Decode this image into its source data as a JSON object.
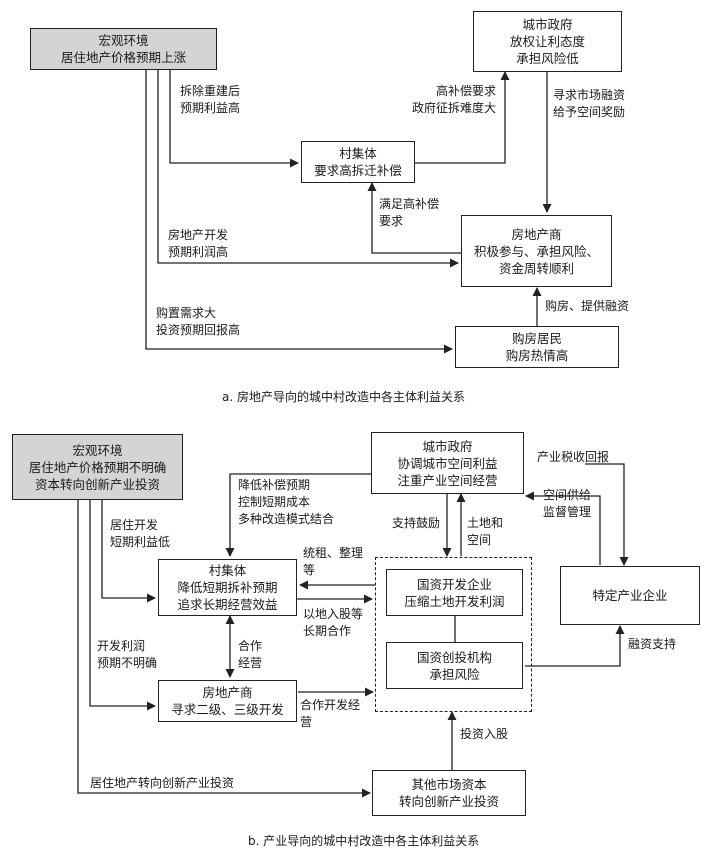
{
  "diagram_a": {
    "macro": [
      "宏观环境",
      "居住地产价格预期上涨"
    ],
    "gov": [
      "城市政府",
      "放权让利态度",
      "承担风险低"
    ],
    "village": [
      "村集体",
      "要求高拆迁补偿"
    ],
    "developer": [
      "房地产商",
      "积极参与、承担风险、",
      "资金周转顺利"
    ],
    "buyers": [
      "购房居民",
      "购房热情高"
    ],
    "lbl_demolish": [
      "拆除重建后",
      "预期利益高"
    ],
    "lbl_high_comp": [
      "高补偿要求",
      "政府征拆难度大"
    ],
    "lbl_market": [
      "寻求市场融资",
      "给予空间奖励"
    ],
    "lbl_satisfy": [
      "满足高补偿",
      "要求"
    ],
    "lbl_dev_profit": [
      "房地产开发",
      "预期利润高"
    ],
    "lbl_purchase": [
      "购置需求大",
      "投资预期回报高"
    ],
    "lbl_buy_finance": "购房、提供融资",
    "caption": "a. 房地产导向的城中村改造中各主体利益关系"
  },
  "diagram_b": {
    "macro": [
      "宏观环境",
      "居住地产价格预期不明确",
      "资本转向创新产业投资"
    ],
    "gov": [
      "城市政府",
      "协调城市空间利益",
      "注重产业空间经营"
    ],
    "village": [
      "村集体",
      "降低短期拆补预期",
      "追求长期经营效益"
    ],
    "developer": [
      "房地产商",
      "寻求二级、三级开发"
    ],
    "soe_dev": [
      "国资开发企业",
      "压缩土地开发利润"
    ],
    "soe_inv": [
      "国资创投机构",
      "承担风险"
    ],
    "industry": "特定产业企业",
    "capital": [
      "其他市场资本",
      "转向创新产业投资"
    ],
    "lbl_reduce": [
      "降低补偿预期",
      "控制短期成本",
      "多种改造模式结合"
    ],
    "lbl_tax": "产业税收回报",
    "lbl_supply": [
      "空间供给",
      "监督管理"
    ],
    "lbl_support": "支持鼓励",
    "lbl_land": [
      "土地和",
      "空间"
    ],
    "lbl_rent": [
      "统租、整理",
      "等"
    ],
    "lbl_share": [
      "以地入股等",
      "长期合作"
    ],
    "lbl_resident": [
      "居住开发",
      "短期利益低"
    ],
    "lbl_coop": [
      "合作",
      "经营"
    ],
    "lbl_dev_unclear": [
      "开发利润",
      "预期不明确"
    ],
    "lbl_coop_dev": [
      "合作开发经",
      "营"
    ],
    "lbl_finance": "融资支持",
    "lbl_equity": "投资入股",
    "lbl_shift": "居住地产转向创新产业投资",
    "caption": "b. 产业导向的城中村改造中各主体利益关系"
  }
}
